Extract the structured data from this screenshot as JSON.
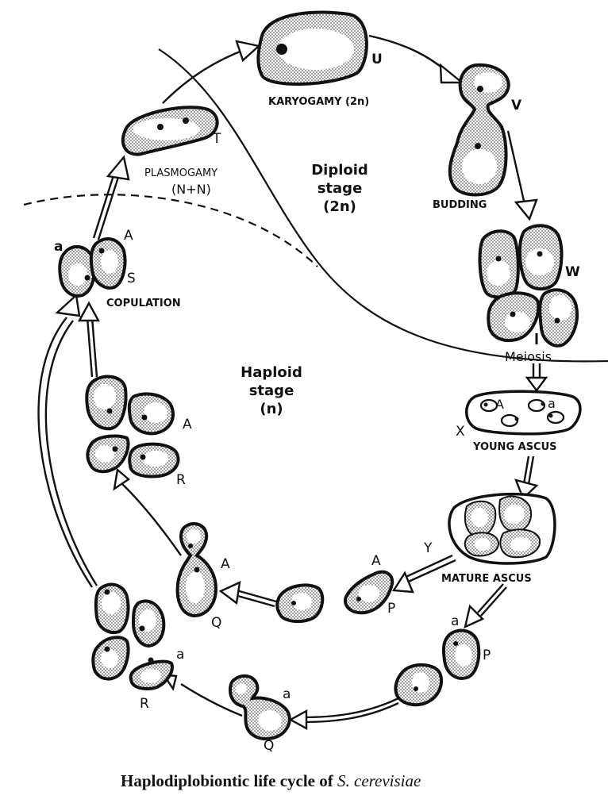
{
  "caption": {
    "prefix": "Haplodiplobiontic life cycle of ",
    "species": "S. cerevisiae"
  },
  "stages": {
    "diploid": {
      "line1": "Diploid",
      "line2": "stage",
      "line3": "(2n)"
    },
    "haploid": {
      "line1": "Haploid",
      "line2": "stage",
      "line3": "(n)"
    }
  },
  "steps": {
    "karyogamy": {
      "label": "KARYOGAMY (2n)",
      "letter": "U"
    },
    "budding": {
      "label": "BUDDING",
      "letter": "V"
    },
    "diploid_cells": {
      "letter": "W"
    },
    "meiosis": {
      "label": "Meiosis"
    },
    "young_ascus": {
      "label": "YOUNG ASCUS",
      "letter": "X",
      "spore_a": "A",
      "spore_b": "a"
    },
    "mature_ascus": {
      "label": "MATURE ASCUS",
      "letter": "Y"
    },
    "spore_A": {
      "mating": "A",
      "letter": "P"
    },
    "spore_a": {
      "mating": "a",
      "letter": "P"
    },
    "budding_A": {
      "mating": "A",
      "letter": "Q"
    },
    "budding_a": {
      "mating": "a",
      "letter": "Q"
    },
    "colony_A": {
      "mating": "A",
      "letter": "R"
    },
    "colony_a": {
      "mating": "a",
      "letter": "R"
    },
    "copulation": {
      "label": "COPULATION",
      "letter": "S",
      "left": "a",
      "right": "A"
    },
    "plasmogamy": {
      "label": "PLASMOGAMY",
      "sub": "(N+N)",
      "letter": "T"
    }
  }
}
